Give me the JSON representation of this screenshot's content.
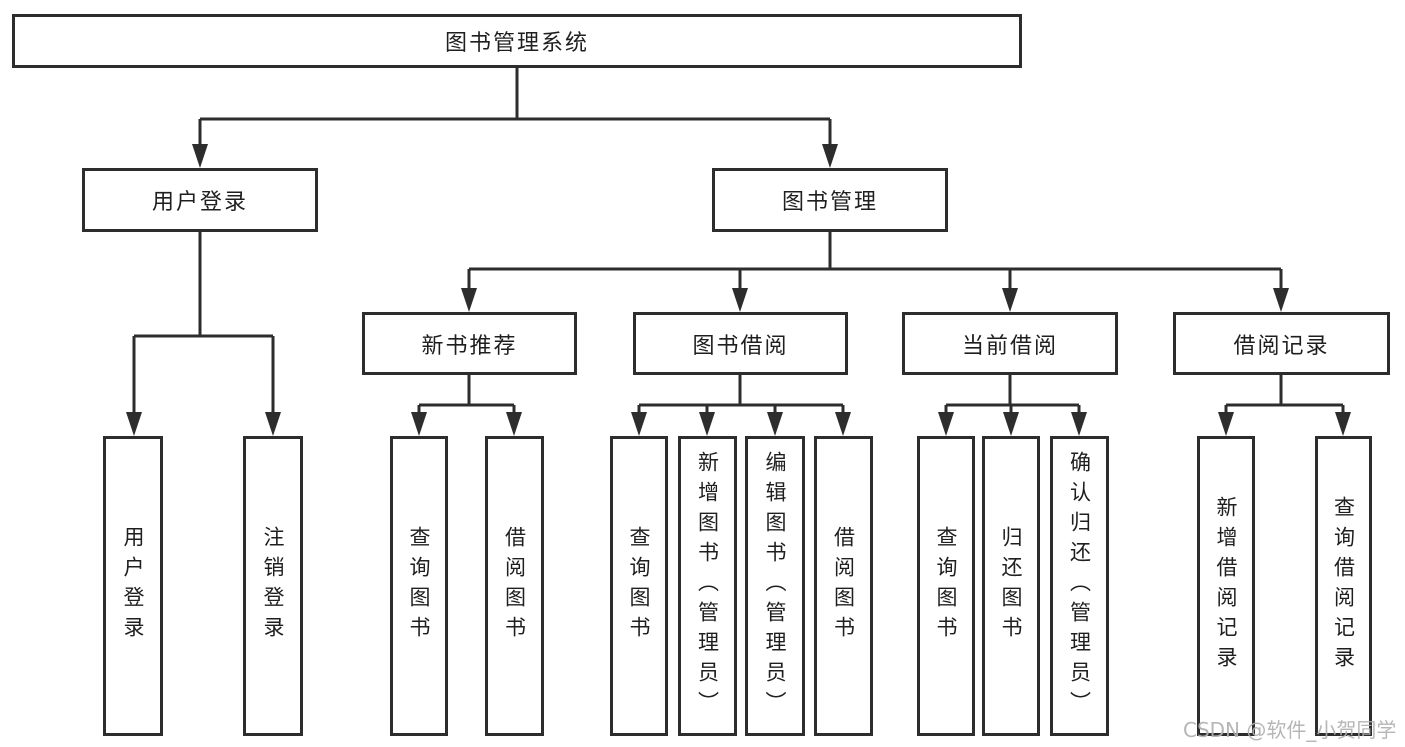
{
  "tree": {
    "label": "图书管理系统",
    "children": [
      {
        "label": "用户登录",
        "children": [
          {
            "label": "用户登录"
          },
          {
            "label": "注销登录"
          }
        ]
      },
      {
        "label": "图书管理",
        "children": [
          {
            "label": "新书推荐",
            "children": [
              {
                "label": "查询图书"
              },
              {
                "label": "借阅图书"
              }
            ]
          },
          {
            "label": "图书借阅",
            "children": [
              {
                "label": "查询图书"
              },
              {
                "label": "新增图书（管理员）"
              },
              {
                "label": "编辑图书（管理员）"
              },
              {
                "label": "借阅图书"
              }
            ]
          },
          {
            "label": "当前借阅",
            "children": [
              {
                "label": "查询图书"
              },
              {
                "label": "归还图书"
              },
              {
                "label": "确认归还（管理员）"
              }
            ]
          },
          {
            "label": "借阅记录",
            "children": [
              {
                "label": "新增借阅记录"
              },
              {
                "label": "查询借阅记录"
              }
            ]
          }
        ]
      }
    ]
  },
  "watermark": {
    "text": "CSDN @软件_小贺同学"
  },
  "colors": {
    "line": "#2d2d2d",
    "box_border": "#2d2d2d",
    "box_background": "#ffffff",
    "text": "#1f1f1f",
    "watermark": "#b0b0b0",
    "page_background": "#ffffff"
  }
}
